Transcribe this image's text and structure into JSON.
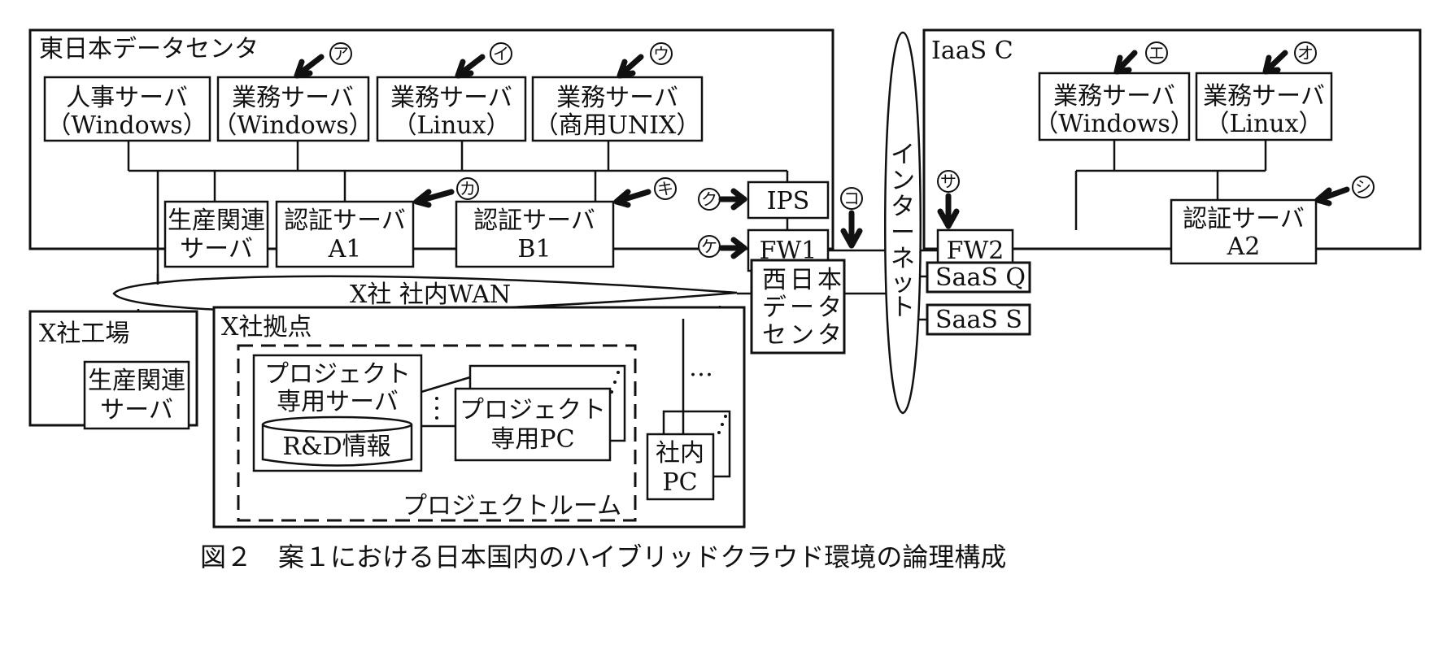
{
  "caption": "図２　案１における日本国内のハイブリッドクラウド環境の論理構成",
  "east_dc": {
    "label": "東日本データセンタ",
    "hr_server": {
      "line1": "人事サーバ",
      "line2": "（Windows）"
    },
    "biz_win": {
      "line1": "業務サーバ",
      "line2": "（Windows）"
    },
    "biz_linux": {
      "line1": "業務サーバ",
      "line2": "（Linux）"
    },
    "biz_unix": {
      "line1": "業務サーバ",
      "line2": "（商用UNIX）"
    },
    "prod_server": {
      "line1": "生産関連",
      "line2": "サーバ"
    },
    "auth_a1": {
      "line1": "認証サーバ",
      "line2": "A1"
    },
    "auth_b1": {
      "line1": "認証サーバ",
      "line2": "B1"
    },
    "ips": "IPS",
    "fw1": "FW1"
  },
  "internet": {
    "label": [
      "イ",
      "ン",
      "タ",
      "ー",
      "ネ",
      "ッ",
      "ト"
    ]
  },
  "iaas": {
    "label": "IaaS C",
    "biz_win": {
      "line1": "業務サーバ",
      "line2": "（Windows）"
    },
    "biz_linux": {
      "line1": "業務サーバ",
      "line2": "（Linux）"
    },
    "fw2": "FW2",
    "auth_a2": {
      "line1": "認証サーバ",
      "line2": "A2"
    }
  },
  "wan": {
    "label": "X社 社内WAN"
  },
  "west_dc": {
    "line1": "西日本",
    "line2": "データ",
    "line3": "センタ"
  },
  "saas": [
    "SaaS Q",
    "SaaS S"
  ],
  "factory": {
    "label": "X社工場",
    "server": {
      "line1": "生産関連",
      "line2": "サーバ"
    }
  },
  "branch": {
    "label": "X社拠点",
    "ellipsis": "…",
    "internal_pc": {
      "line1": "社内",
      "line2": "PC"
    },
    "project_room": {
      "label": "プロジェクトルーム",
      "server": {
        "line1": "プロジェクト",
        "line2": "専用サーバ"
      },
      "storage": "R&D情報",
      "pc": {
        "line1": "プロジェクト",
        "line2": "専用PC"
      }
    }
  },
  "markers": {
    "a": "ア",
    "i": "イ",
    "u": "ウ",
    "e": "エ",
    "o": "オ",
    "ka": "カ",
    "ki": "キ",
    "ku": "ク",
    "ke": "ケ",
    "ko": "コ",
    "sa": "サ",
    "shi": "シ"
  }
}
